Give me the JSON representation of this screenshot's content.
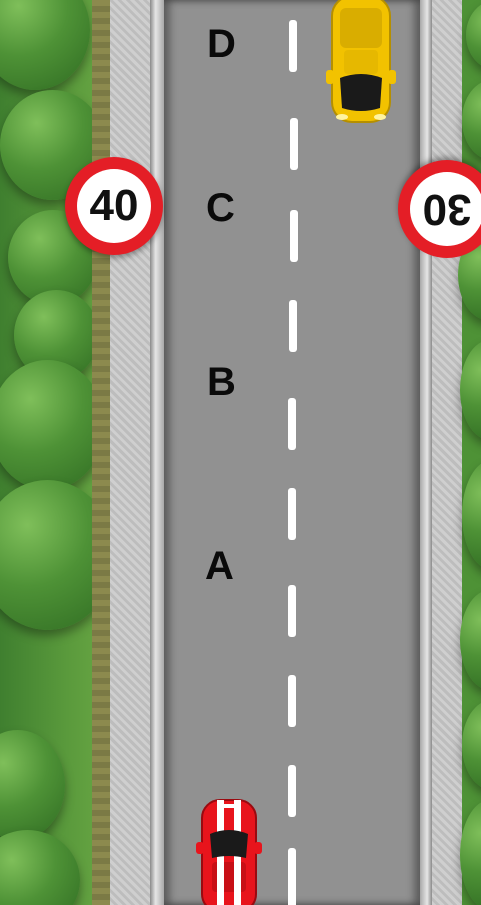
{
  "lane_labels": {
    "d": "D",
    "c": "C",
    "b": "B",
    "a": "A"
  },
  "signs": {
    "left_speed_limit": "40",
    "right_speed_limit": "30"
  },
  "cars": {
    "player": {
      "color": "#e8141c",
      "stripe": "#ffffff"
    },
    "oncoming": {
      "color": "#f2c200"
    }
  },
  "colors": {
    "road": "#919191",
    "sign_ring": "#e41e26",
    "grass": "#4e9236"
  }
}
